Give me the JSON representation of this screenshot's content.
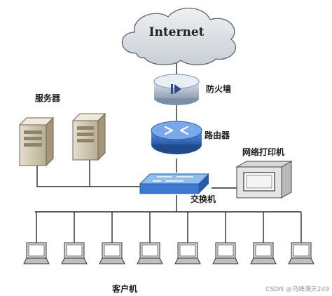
{
  "cloud": {
    "label": "Internet"
  },
  "firewall": {
    "label": "防火墙"
  },
  "router": {
    "label": "路由器"
  },
  "switch": {
    "label": "交换机"
  },
  "printer": {
    "label": "网络打印机"
  },
  "servers": {
    "label": "服务器",
    "count": 2
  },
  "clients": {
    "label": "客户机",
    "count": 8
  },
  "watermark": "CSDN @乌蜂满天249",
  "colors": {
    "line": "#2a2a2a",
    "cloud_fill": "#dfe3e7",
    "device_blue": "#3e7bd0",
    "device_dark": "#2a4f86",
    "firewall_body": "#b8c4d4",
    "switch_top": "#7fb1e6",
    "cabinet": "#cfc5b0"
  }
}
